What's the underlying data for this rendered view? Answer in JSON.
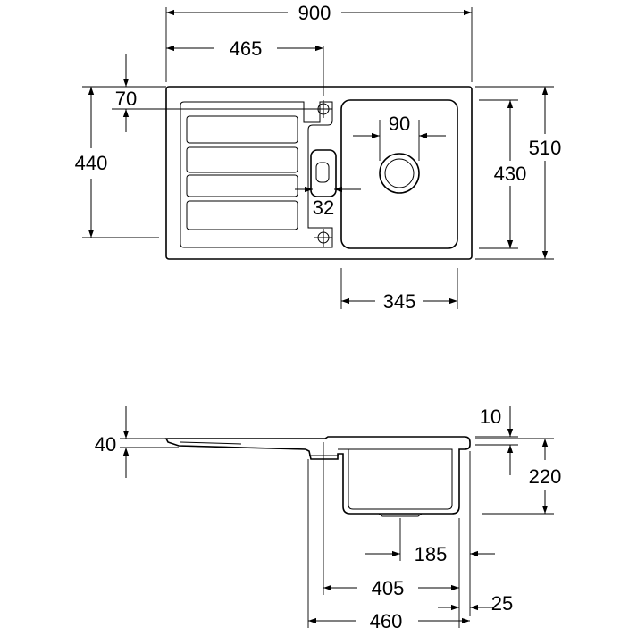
{
  "top_view": {
    "dims": {
      "overall_width": "900",
      "drainer_to_tap": "465",
      "tap_offset": "70",
      "drainer_length": "440",
      "waste_diameter": "90",
      "overflow_width": "32",
      "bowl_length": "430",
      "overall_depth": "510",
      "bowl_width": "345"
    }
  },
  "side_view": {
    "dims": {
      "rim_height": "40",
      "rim_step": "10",
      "bowl_depth": "220",
      "waste_offset": "185",
      "bowl_inner_width": "405",
      "bowl_outer_width": "460",
      "rear_margin": "25"
    }
  }
}
